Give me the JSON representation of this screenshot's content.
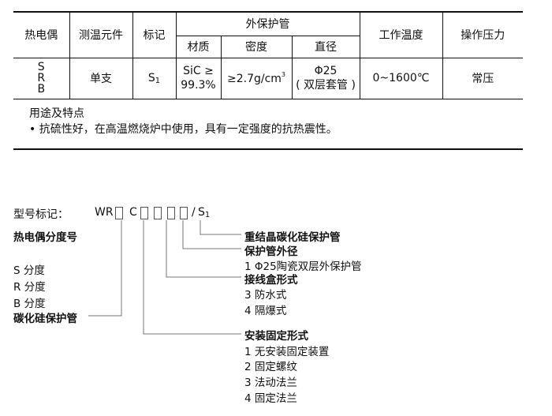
{
  "table": {
    "headers": {
      "thermocouple": "热电偶",
      "element": "测温元件",
      "mark": "标记",
      "outer_tube": "外保护管",
      "material": "材质",
      "density": "密度",
      "diameter": "直径",
      "work_temp": "工作温度",
      "pressure": "操作压力"
    },
    "row": {
      "types": [
        "S",
        "R",
        "B"
      ],
      "element": "单支",
      "mark_main": "S",
      "mark_sub": "1",
      "material_line1": "SiC ≥",
      "material_line2": "99.3%",
      "density_main": "≥2.7g/cm",
      "density_sup": "3",
      "diameter_line1": "Φ25",
      "diameter_line2": "( 双层套管 )",
      "work_temp": "0~1600℃",
      "pressure": "常压"
    },
    "usage_title": "用途及特点",
    "usage_text": "• 抗硫性好，在高温燃烧炉中使用，具有一定强度的抗热震性。"
  },
  "model": {
    "label": "型号标记：",
    "prefix": "WR",
    "c": "C",
    "slash": "/",
    "suffix_main": "S",
    "suffix_sub": "1",
    "left": {
      "title": "热电偶分度号",
      "items": [
        "S  分度",
        "R 分度",
        "B   分度"
      ],
      "tube": "碳化硅保护管"
    },
    "right": {
      "recrystal": "重结晶碳化硅保护管",
      "dia_title": "保护管外径",
      "dia_item": "1  Φ25陶瓷双层外保护管",
      "box_title": "接线盒形式",
      "box_items": [
        "3  防水式",
        "4  隔爆式"
      ],
      "mount_title": "安装固定形式",
      "mount_items": [
        "1  无安装固定装置",
        "2  固定螺纹",
        "3  法动法兰",
        "4  固定法兰"
      ]
    }
  }
}
